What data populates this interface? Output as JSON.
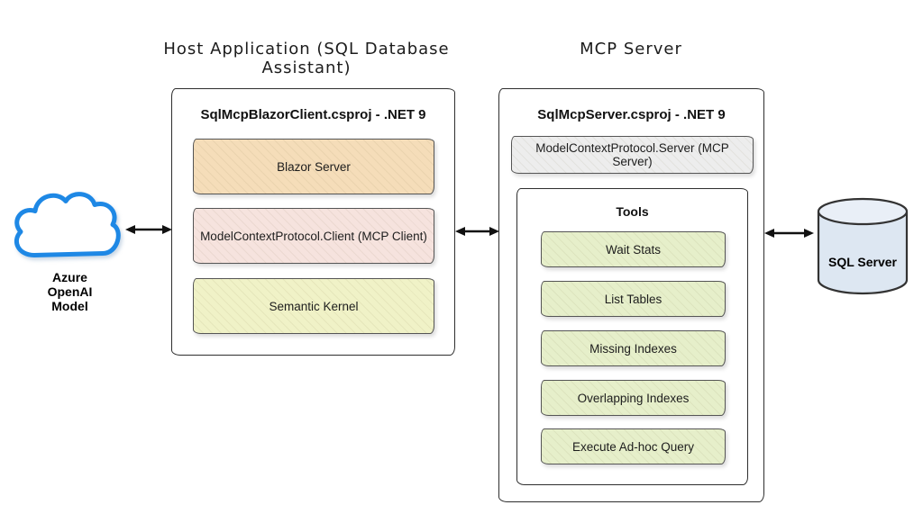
{
  "host_app": {
    "title": "Host Application (SQL Database Assistant)",
    "project": "SqlMcpBlazorClient.csproj - .NET 9",
    "components": [
      "Blazor Server",
      "ModelContextProtocol.Client (MCP Client)",
      "Semantic Kernel"
    ]
  },
  "mcp_server": {
    "title": "MCP Server",
    "project": "SqlMcpServer.csproj - .NET 9",
    "server_component": "ModelContextProtocol.Server (MCP Server)",
    "tools": {
      "title": "Tools",
      "items": [
        "Wait Stats",
        "List Tables",
        "Missing Indexes",
        "Overlapping Indexes",
        "Execute Ad-hoc Query"
      ]
    }
  },
  "azure": {
    "label_lines": [
      "Azure",
      "OpenAI",
      "Model"
    ]
  },
  "sql_server": {
    "label": "SQL Server"
  },
  "colors": {
    "blazor_bg": "#f5ddb9",
    "mcp_client_bg": "#f6e3de",
    "semantic_kernel_bg": "#f0f2c7",
    "mcp_server_component_bg": "#ededed",
    "tool_bg": "#e6efca",
    "cloud_stroke": "#1e88e5",
    "sql_cylinder_bg": "#dde7f2",
    "arrow": "#111111"
  }
}
